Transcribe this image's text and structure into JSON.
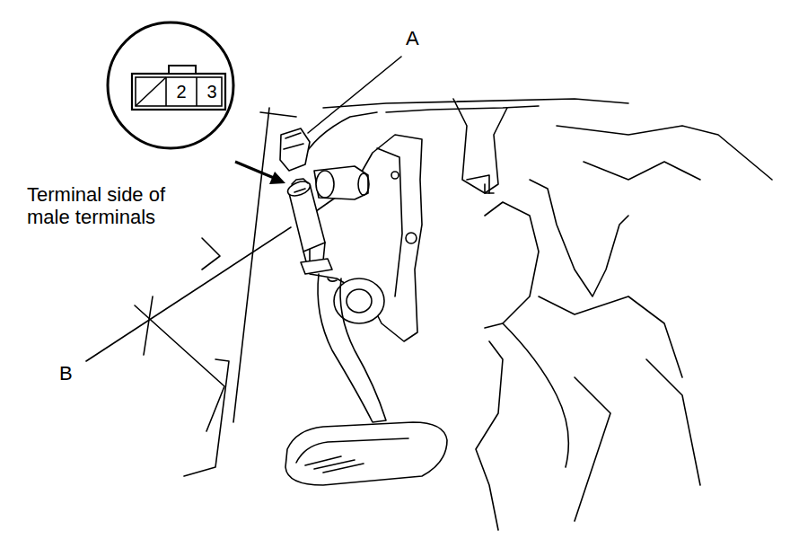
{
  "diagram": {
    "nodes": [
      {
        "text": [
          "2",
          "3"
        ]
      }
    ],
    "labels": [
      "A",
      "B",
      "Terminal side of male terminals"
    ]
  }
}
